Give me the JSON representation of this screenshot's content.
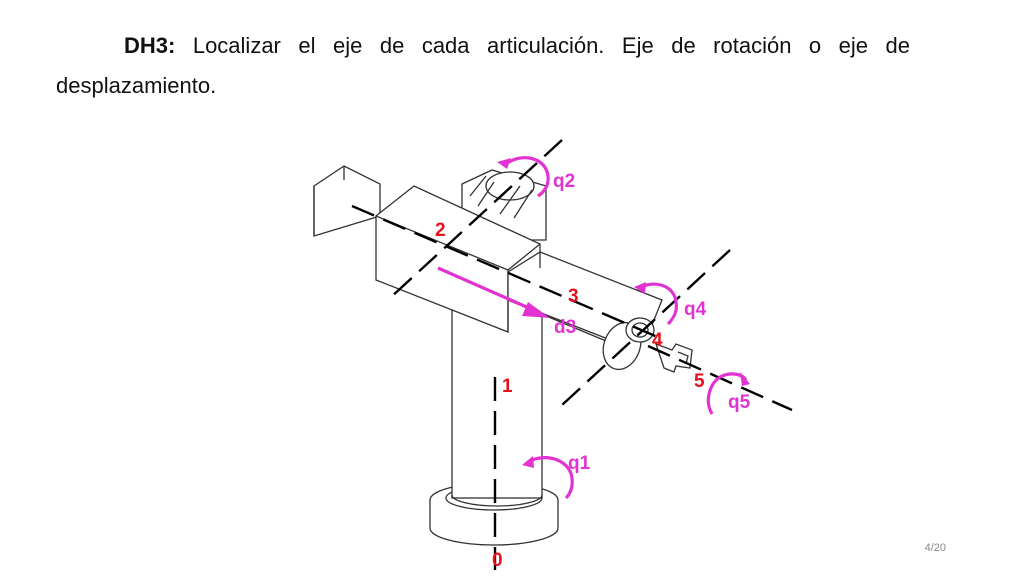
{
  "slide": {
    "heading_bold": "DH3:",
    "heading_text": " Localizar el eje de cada articulación. Eje de rotación o eje de desplazamiento.",
    "page_number": "4/20"
  },
  "figure": {
    "frame_labels": [
      "0",
      "1",
      "2",
      "3",
      "4",
      "5"
    ],
    "joint_labels": {
      "q1": "q1",
      "q2": "q2",
      "d3": "d3",
      "q4": "q4",
      "q5": "q5"
    },
    "colors": {
      "frame_label": "#e8101a",
      "joint_label": "#e233d2",
      "axis_line": "#000000"
    }
  }
}
